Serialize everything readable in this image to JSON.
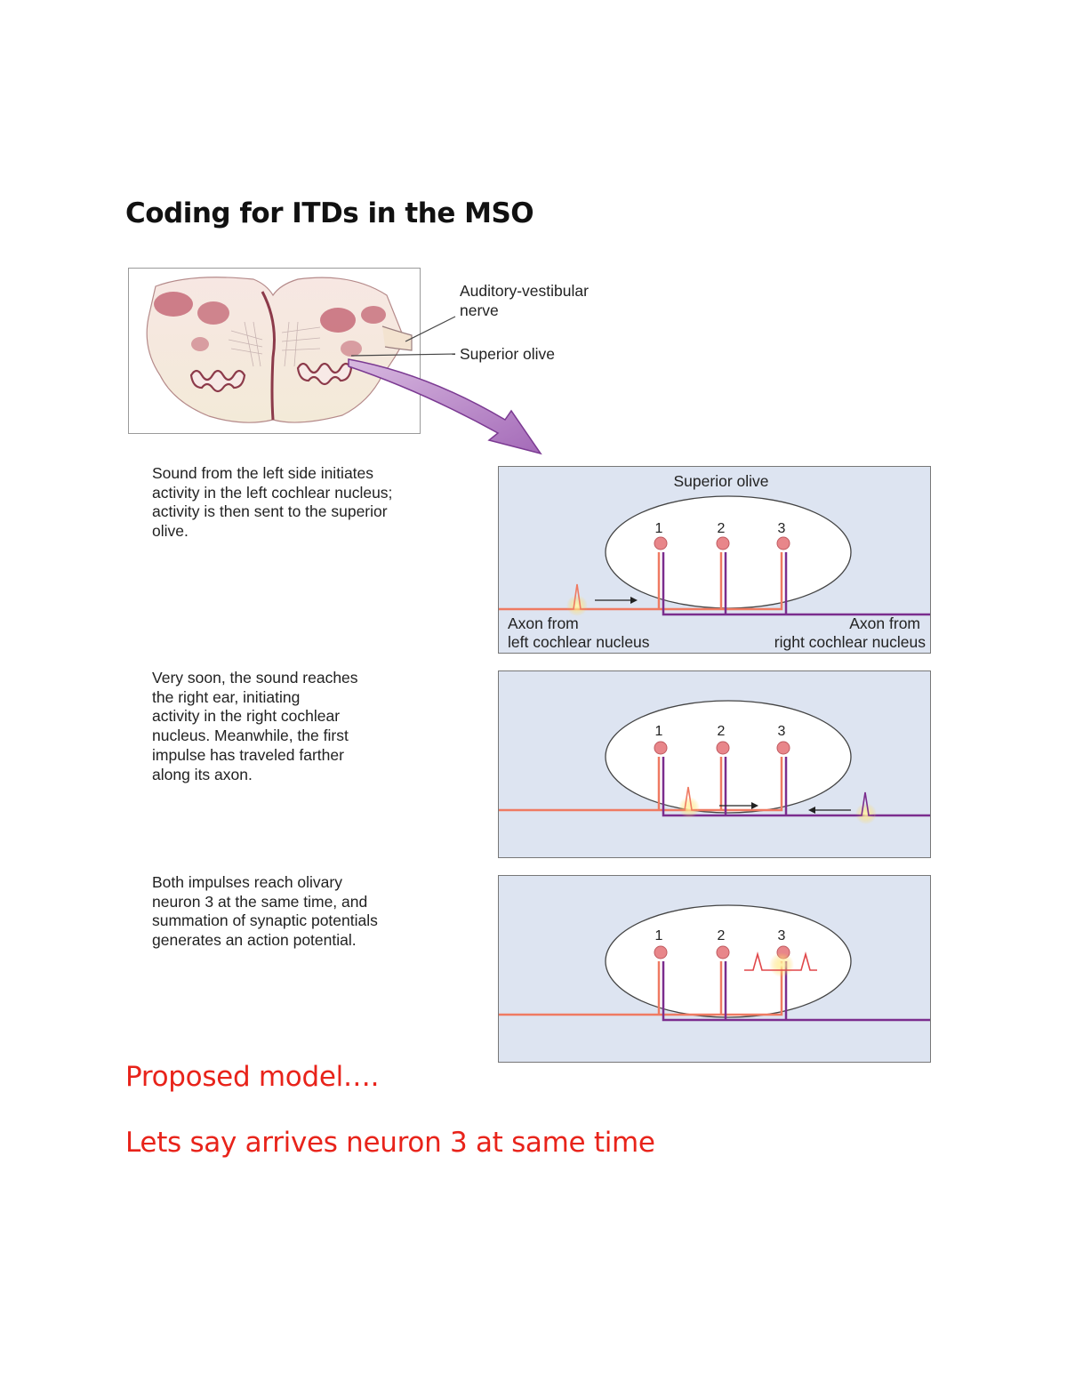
{
  "title": "Coding for ITDs in the MSO",
  "brain": {
    "label_nerve": "Auditory-vestibular\nnerve",
    "label_olive": "Superior olive"
  },
  "panels": [
    {
      "description": "Sound from the left side initiates\nactivity in the left cochlear nucleus;\nactivity is then sent to the superior\nolive.",
      "olive_label": "Superior olive",
      "neurons": [
        "1",
        "2",
        "3"
      ],
      "axon_left_label": "Axon from\nleft cochlear nucleus",
      "axon_right_label": "Axon from\nright cochlear nucleus"
    },
    {
      "description": "Very soon, the sound reaches\nthe right ear, initiating\nactivity in the right cochlear\nnucleus. Meanwhile, the first\nimpulse has traveled farther\nalong its axon.",
      "neurons": [
        "1",
        "2",
        "3"
      ]
    },
    {
      "description": "Both impulses reach olivary\nneuron 3 at the same time, and\nsummation of synaptic potentials\ngenerates an action potential.",
      "neurons": [
        "1",
        "2",
        "3"
      ]
    }
  ],
  "notes": {
    "proposed": "Proposed model….",
    "arrives": "Lets say arrives neuron 3 at same time"
  },
  "colors": {
    "left_axon": "#ef7a62",
    "right_axon": "#7b2d8e",
    "neuron": "#e8868a",
    "panel_bg": "#dde4f1",
    "wave": "#5b86c2",
    "note_red": "#e8231a",
    "brain_tissue": "#c56a78"
  }
}
